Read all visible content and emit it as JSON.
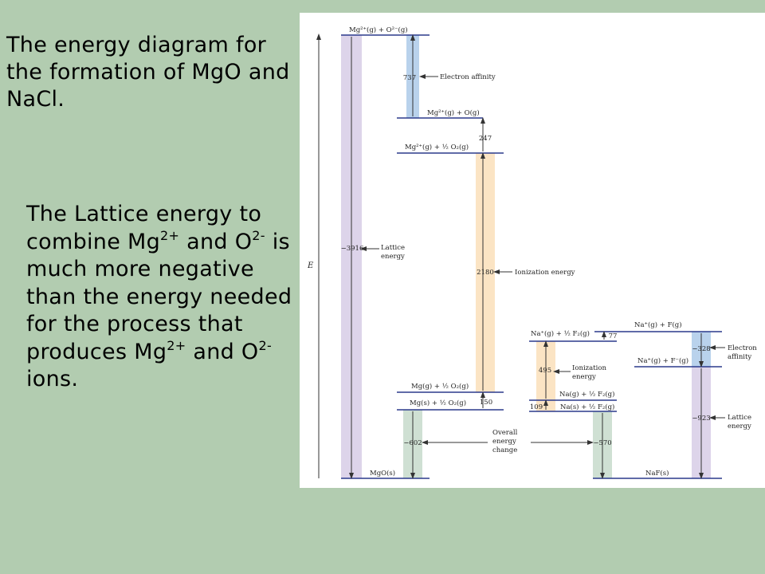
{
  "title": "The energy diagram for the formation of MgO and NaCl.",
  "body": {
    "p1": "The Lattice energy to combine Mg",
    "s1": "2+",
    "p2": "and O",
    "s2": "2-",
    "p3": "is much more negative than the energy needed for the process that produces Mg",
    "s3": "2+",
    "p4": "and O",
    "s4": "2-",
    "p5": "ions."
  },
  "diagram": {
    "axis_label": "E",
    "levels": {
      "mg_ions_o2": "Mg²⁺(g) + O²⁻(g)",
      "mg_ion_o": "Mg²⁺(g) + O(g)",
      "mg_ion_o2half": "Mg²⁺(g) + ½ O₂(g)",
      "mg_g": "Mg(g) + ½ O₂(g)",
      "mg_s": "Mg(s) + ½ O₂(g)",
      "mgo": "MgO(s)",
      "na_ion_f2": "Na⁺(g) + ½ F₂(g)",
      "na_ion_f": "Na⁺(g) + F(g)",
      "na_ion_fion": "Na⁺(g) + F⁻(g)",
      "na_g": "Na(g) + ½ F₂(g)",
      "na_s": "Na(s) + ½ F₂(g)",
      "naf": "NaF(s)"
    },
    "values": {
      "ea_mg": "737",
      "o_dissoc": "247",
      "ie_mg": "2180",
      "sub_mg": "150",
      "lattice_mg": "−3916",
      "overall_mg": "−602",
      "f_dissoc": "77",
      "ie_na": "495",
      "sub_na": "109",
      "ea_f": "−328",
      "lattice_na": "−923",
      "overall_na": "−570"
    },
    "labels": {
      "electron_affinity": "Electron affinity",
      "lattice_energy_1": "Lattice",
      "lattice_energy_2": "energy",
      "ionization_energy": "Ionization energy",
      "ionization_1": "Ionization",
      "ionization_2": "energy",
      "overall_1": "Overall",
      "overall_2": "energy",
      "overall_3": "change",
      "electron_1": "Electron",
      "electron_2": "affinity",
      "lattice_r1": "Lattice",
      "lattice_r2": "energy"
    },
    "colors": {
      "level_line": "#2b3a8c",
      "lattice": "#ddd4ea",
      "affinity": "#b9d2ec",
      "ionization": "#fbe4c4",
      "overall": "#cfe0d3"
    }
  }
}
